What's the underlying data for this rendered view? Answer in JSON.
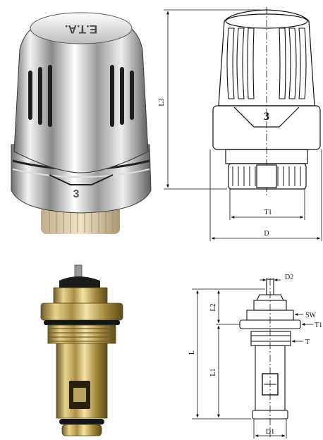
{
  "knob": {
    "brand_text": "E.T.A.",
    "setting_mark": "3"
  },
  "head_drawing": {
    "setting_mark": "3",
    "dims": {
      "height": "L3",
      "thread": "T1",
      "diameter": "D"
    }
  },
  "valve_drawing": {
    "dims": {
      "pin": "D2",
      "upper": "L2",
      "total": "L",
      "lower": "L1",
      "wrench": "SW",
      "thread_outer": "T1",
      "thread": "T",
      "bottom": "D1"
    }
  }
}
